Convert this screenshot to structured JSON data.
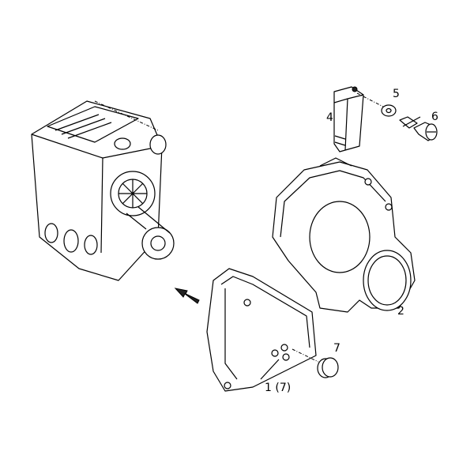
{
  "diagram": {
    "labels": {
      "part_4": "4",
      "part_5": "5",
      "part_6": "6",
      "part_2": "2",
      "part_7": "7",
      "part_1": "1 (7)"
    },
    "ink_color": "#000000",
    "background_color": "#ffffff"
  }
}
